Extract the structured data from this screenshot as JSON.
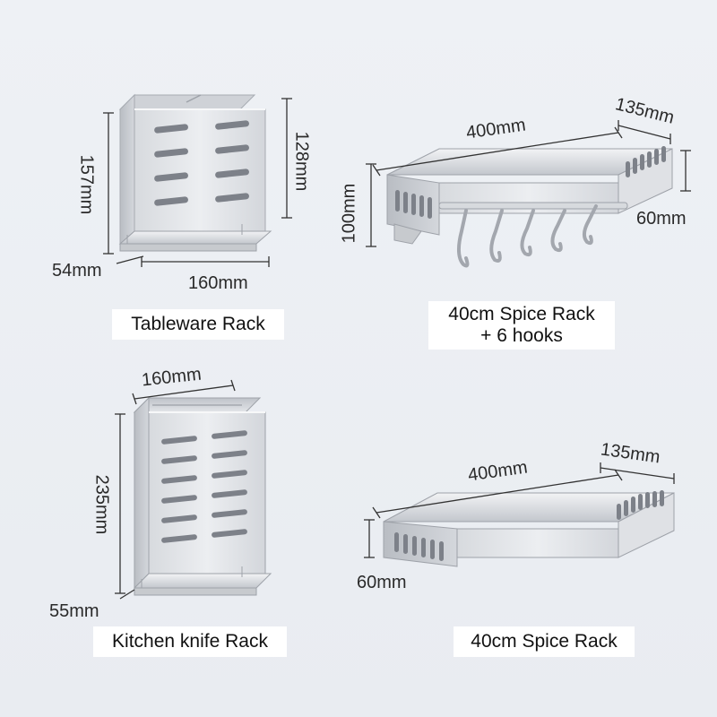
{
  "products": {
    "tableware": {
      "caption": "Tableware Rack",
      "height": "157mm",
      "inner_height": "128mm",
      "depth": "54mm",
      "width": "160mm"
    },
    "spice_hooks": {
      "caption_line1": "40cm Spice Rack",
      "caption_line2": "+ 6 hooks",
      "length": "400mm",
      "depth": "135mm",
      "height": "100mm",
      "side_height": "60mm"
    },
    "knife": {
      "caption": "Kitchen knife Rack",
      "width": "160mm",
      "height": "235mm",
      "depth": "55mm"
    },
    "spice": {
      "caption": "40cm Spice Rack",
      "length": "400mm",
      "depth": "135mm",
      "height": "60mm"
    }
  },
  "colors": {
    "background": "#eceff3",
    "metal_light": "#e6e8ec",
    "metal_mid": "#c9ccd2",
    "metal_dark": "#9ea2a9",
    "slot": "#7d8189",
    "dimension_line": "#333333"
  }
}
